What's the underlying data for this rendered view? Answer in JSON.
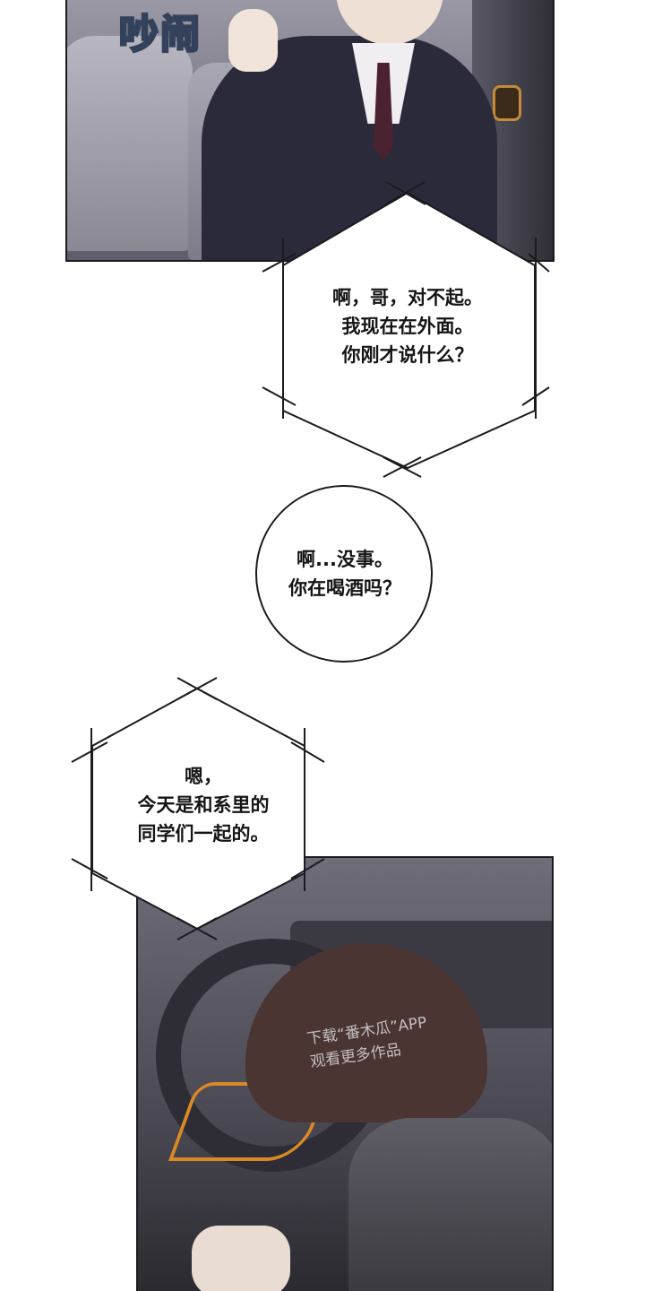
{
  "panels": {
    "top": {
      "sfx": "吵闹"
    },
    "bottom": {
      "watermark": {
        "line1": "下载“番木瓜”APP",
        "line2": "观看更多作品"
      }
    }
  },
  "bubbles": [
    {
      "shape": "hexagon",
      "lines": [
        "啊，哥，对不起。",
        "我现在在外面。",
        "你刚才说什么？"
      ]
    },
    {
      "shape": "circle",
      "lines": [
        "啊...没事。",
        "你在喝酒吗？"
      ]
    },
    {
      "shape": "hexagon",
      "lines": [
        "嗯，",
        "今天是和系里的",
        "同学们一起的。"
      ]
    }
  ]
}
